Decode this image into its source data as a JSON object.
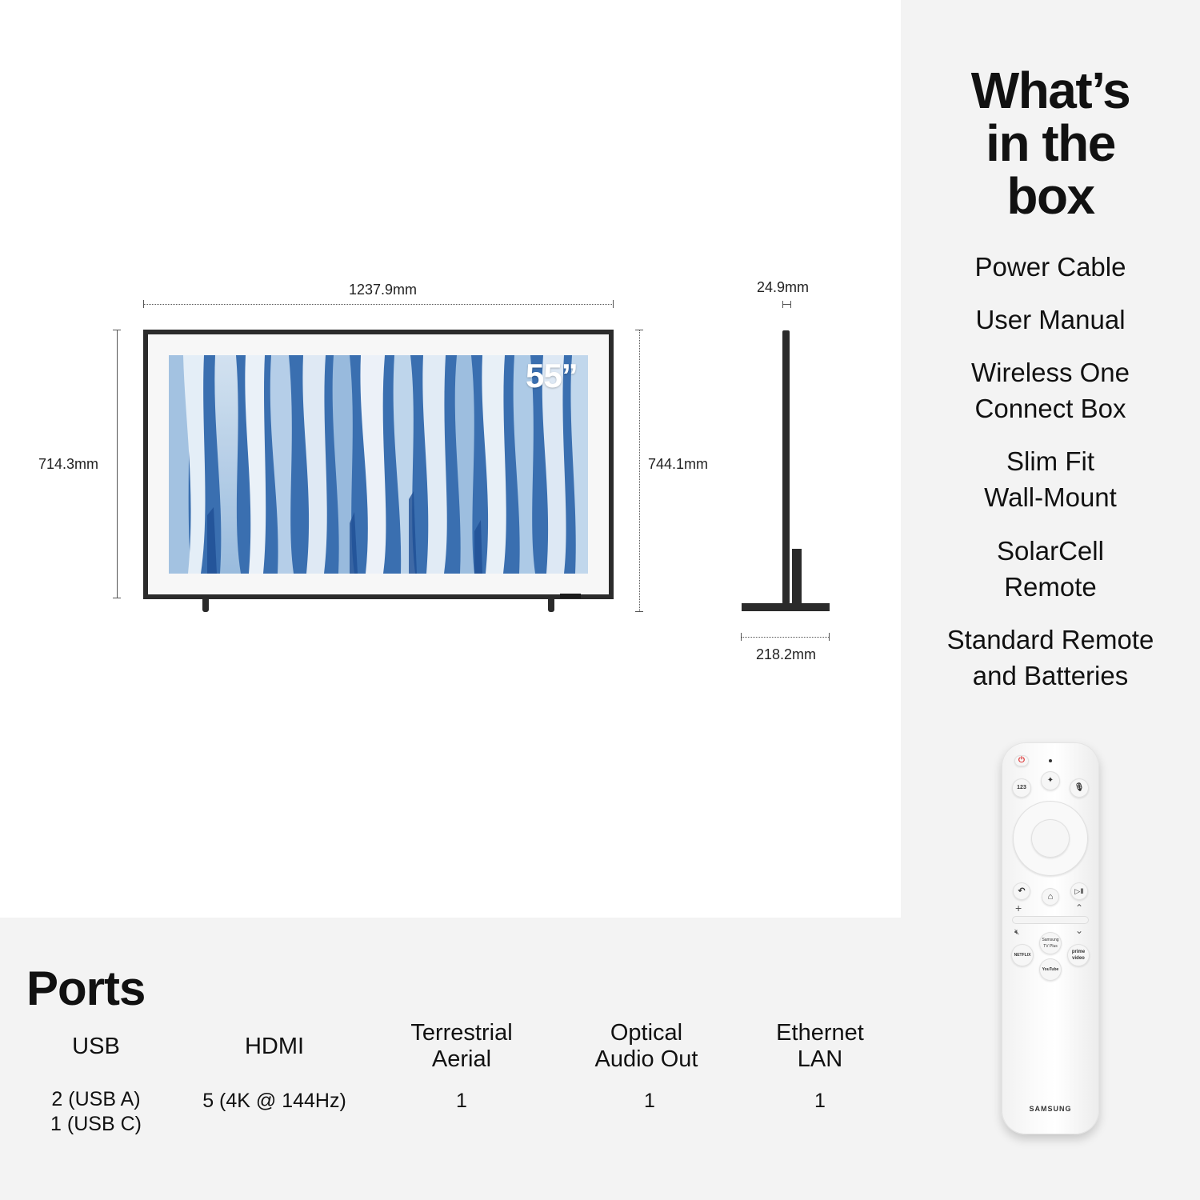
{
  "tv_front": {
    "width_label": "1237.9mm",
    "height_panel_label": "714.3mm",
    "height_total_label": "744.1mm",
    "size_badge": "55”"
  },
  "tv_side": {
    "depth_label": "24.9mm",
    "stand_depth_label": "218.2mm"
  },
  "in_the_box": {
    "title": "What’s\nin the\nbox",
    "items": [
      "Power Cable",
      "User Manual",
      "Wireless One\nConnect Box",
      "Slim Fit\nWall-Mount",
      "SolarCell\nRemote",
      "Standard Remote\nand Batteries"
    ]
  },
  "remote": {
    "brand": "SAMSUNG",
    "buttons": [
      "123",
      "Samsung TV Plus",
      "NETFLIX",
      "prime video",
      "YouTube"
    ],
    "icons": [
      "power-icon",
      "ambient-icon",
      "mic-icon",
      "back-icon",
      "home-icon",
      "play-pause-icon",
      "volume-up-icon",
      "channel-up-icon",
      "mute-icon",
      "channel-down-icon"
    ]
  },
  "ports": {
    "title": "Ports",
    "columns": [
      {
        "name": "USB",
        "value": "2 (USB A)\n1 (USB C)"
      },
      {
        "name": "HDMI",
        "value": "5 (4K @ 144Hz)"
      },
      {
        "name": "Terrestrial\nAerial",
        "value": "1"
      },
      {
        "name": "Optical\nAudio Out",
        "value": "1"
      },
      {
        "name": "Ethernet\nLAN",
        "value": "1"
      }
    ]
  },
  "colors": {
    "panel_bg": "#f3f3f3",
    "frame": "#2b2b2b",
    "art_blue": "#3a6fb0",
    "art_light": "#cfe0f0"
  }
}
